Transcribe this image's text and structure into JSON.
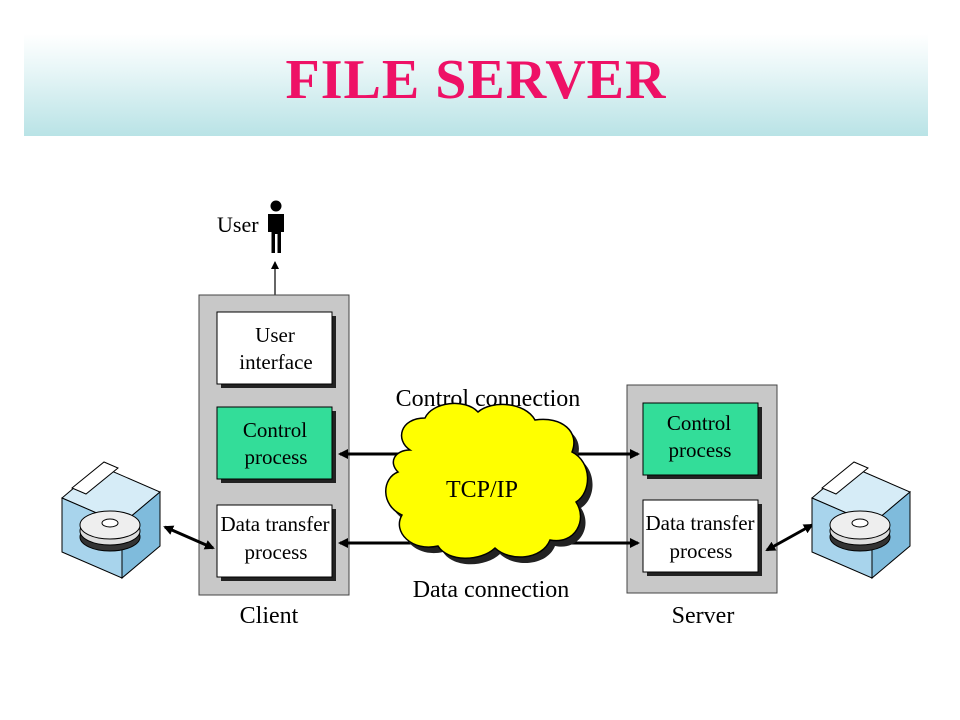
{
  "title": "FILE SERVER",
  "diagram": {
    "user_label": "User",
    "client": {
      "label": "Client",
      "user_interface": [
        "User",
        "interface"
      ],
      "control_process": [
        "Control",
        "process"
      ],
      "data_transfer_process": [
        "Data transfer",
        "process"
      ]
    },
    "server": {
      "label": "Server",
      "control_process": [
        "Control",
        "process"
      ],
      "data_transfer_process": [
        "Data transfer",
        "process"
      ]
    },
    "network": {
      "cloud_label": "TCP/IP",
      "control_connection_label": "Control connection",
      "data_connection_label": "Data connection"
    }
  },
  "colors": {
    "title": "#ee1166",
    "banner": "#b9e3e6",
    "process_green": "#33dd99",
    "cloud_yellow": "#ffff00",
    "container_gray": "#c8c8c8",
    "disk_blue": "#a8d4ec"
  },
  "icons": [
    "user-icon",
    "client-disk-icon",
    "server-disk-icon",
    "cloud-icon"
  ]
}
